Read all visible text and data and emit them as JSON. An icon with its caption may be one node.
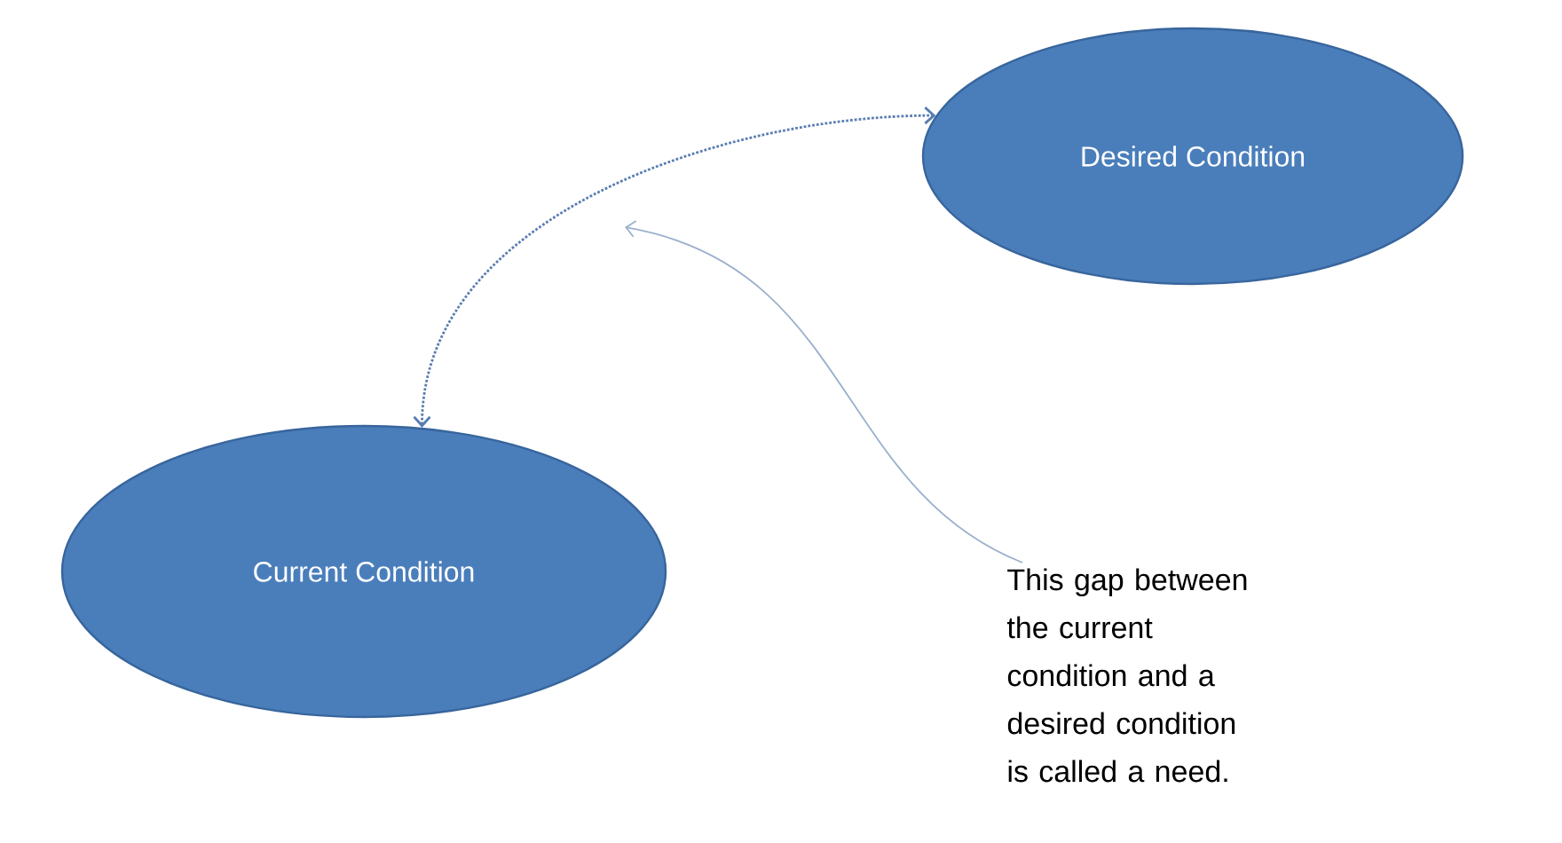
{
  "diagram": {
    "nodes": [
      {
        "text": [
          "Desired Condition"
        ]
      },
      {
        "text": [
          "Current Condition"
        ]
      },
      {
        "text": [
          "This gap between the current condition and a desired condition is called a need."
        ]
      }
    ],
    "edges": [
      {
        "from": 1,
        "to": 0,
        "arrow": "both",
        "style": "dashed"
      },
      {
        "from": 2,
        "to": null,
        "arrow": "to",
        "color": "#9ab0cc"
      }
    ]
  }
}
